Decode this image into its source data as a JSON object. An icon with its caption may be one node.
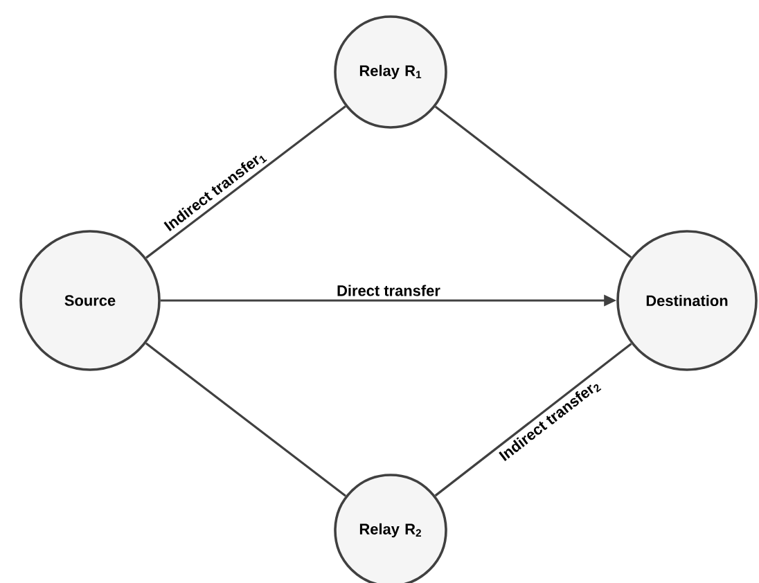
{
  "diagram": {
    "nodes": [
      {
        "text": [
          "Source"
        ]
      },
      {
        "text": [
          "Relay R$_{1}$"
        ]
      },
      {
        "text": [
          "Destination"
        ]
      },
      {
        "text": [
          "Relay R$_{2}$"
        ]
      }
    ],
    "edges": [
      {
        "from": 0,
        "to": 1,
        "arrow": "none",
        "label": "Indirect transfer$_{1}$"
      },
      {
        "from": 1,
        "to": 2,
        "arrow": "none"
      },
      {
        "from": 0,
        "to": 2,
        "arrow": "to",
        "label": "Direct transfer"
      },
      {
        "from": 0,
        "to": 3,
        "arrow": "none"
      },
      {
        "from": 3,
        "to": 2,
        "arrow": "none",
        "label": "Indirect transfer$_{2}$"
      }
    ]
  }
}
